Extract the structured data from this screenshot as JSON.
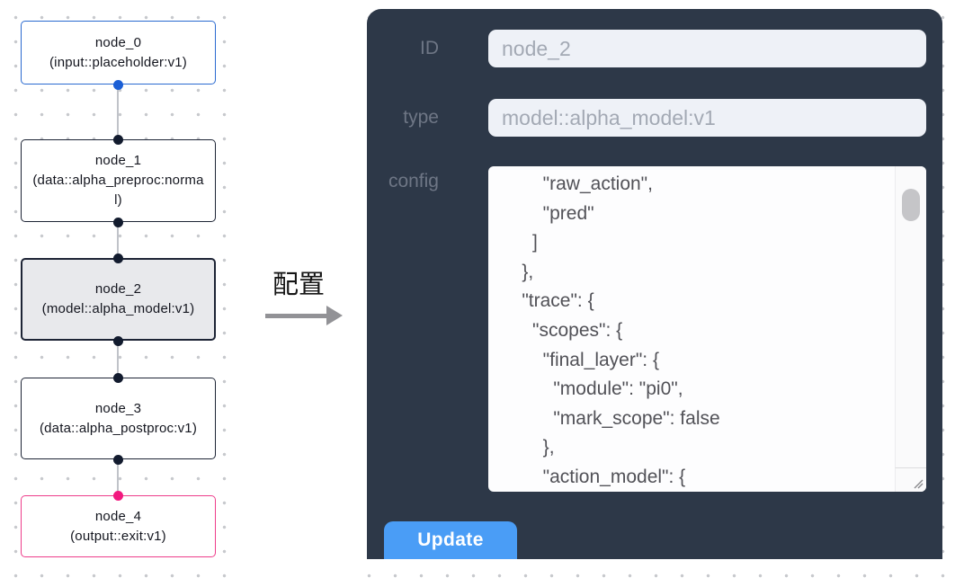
{
  "flow": {
    "annotation_label": "配置",
    "nodes": [
      {
        "title": "node_0",
        "subtitle": "(input::placeholder:v1)"
      },
      {
        "title": "node_1",
        "subtitle": "(data::alpha_preproc:normal)"
      },
      {
        "title": "node_2",
        "subtitle": "(model::alpha_model:v1)"
      },
      {
        "title": "node_3",
        "subtitle": "(data::alpha_postproc:v1)"
      },
      {
        "title": "node_4",
        "subtitle": "(output::exit:v1)"
      }
    ]
  },
  "panel": {
    "id": {
      "label": "ID",
      "value": "node_2"
    },
    "type": {
      "label": "type",
      "value": "model::alpha_model:v1"
    },
    "config": {
      "label": "config",
      "value": "        \"raw_action\",\n        \"pred\"\n      ]\n    },\n    \"trace\": {\n      \"scopes\": {\n        \"final_layer\": {\n          \"module\": \"pi0\",\n          \"mark_scope\": false\n        },\n        \"action_model\": {"
    },
    "update_label": "Update"
  },
  "colors": {
    "panel_bg": "#2d3848",
    "input_bg": "#eef1f7",
    "input_text": "#a3a9b4",
    "label_gray": "#6e7685",
    "code_text": "#515157",
    "update_blue": "#4a9df6",
    "node_border_default": "#1d2435",
    "node_border_input": "#2a6ad0",
    "node_border_output": "#ee3d8b",
    "node_selected_bg": "#e8e9ec",
    "port_dark": "#121b2e",
    "port_blue": "#1b5fd6",
    "port_pink": "#f2197f",
    "edge_gray": "#c0c3c9",
    "arrow_gray": "#929296",
    "grid_dot": "#c7c9cd",
    "scroll_thumb": "#c5c5c8"
  }
}
